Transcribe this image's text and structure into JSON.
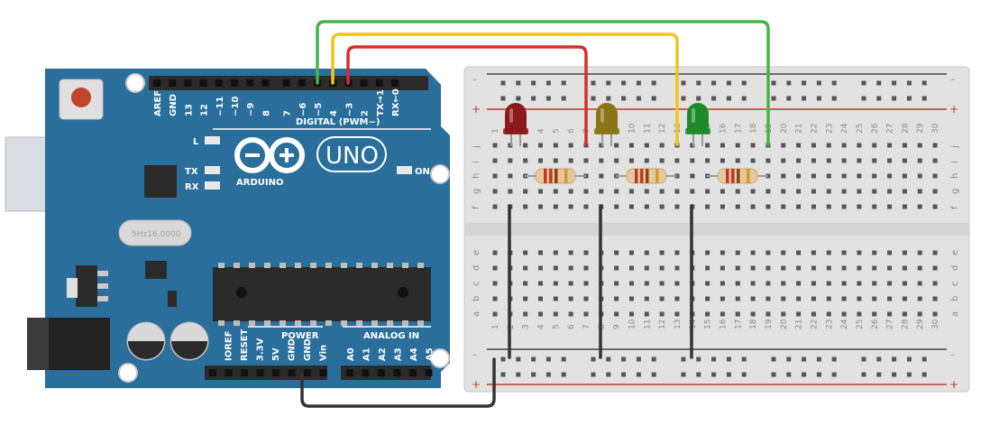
{
  "board": {
    "brand": "ARDUINO",
    "model": "UNO",
    "crystal": "5Hz16.0000",
    "digital_header": "DIGITAL (PWM~)",
    "power_header": "POWER",
    "analog_header": "ANALOG IN",
    "led_labels": {
      "L": "L",
      "TX": "TX",
      "RX": "RX",
      "ON": "ON"
    },
    "digital_pins": [
      "AREF",
      "GND",
      "13",
      "12",
      "~11",
      "~10",
      "~9",
      "8",
      "7",
      "~6",
      "~5",
      "4",
      "~3",
      "2",
      "TX→1",
      "RX←0"
    ],
    "power_pins": [
      "IOREF",
      "RESET",
      "3.3V",
      "5V",
      "GND",
      "GND",
      "Vin"
    ],
    "analog_pins": [
      "A0",
      "A1",
      "A2",
      "A3",
      "A4",
      "A5"
    ]
  },
  "breadboard": {
    "columns": [
      "1",
      "2",
      "3",
      "4",
      "5",
      "6",
      "7",
      "8",
      "9",
      "10",
      "11",
      "12",
      "13",
      "14",
      "15",
      "16",
      "17",
      "18",
      "19",
      "20",
      "21",
      "22",
      "23",
      "24",
      "25",
      "26",
      "27",
      "28",
      "29",
      "30"
    ],
    "rows_top": [
      "j",
      "i",
      "h",
      "g",
      "f"
    ],
    "rows_bottom": [
      "e",
      "d",
      "c",
      "b",
      "a"
    ],
    "rail_minus": "–",
    "rail_plus": "+"
  },
  "leds": [
    {
      "name": "red",
      "color": "#8b1a1a"
    },
    {
      "name": "yellow",
      "color": "#8a7414"
    },
    {
      "name": "green",
      "color": "#1f8a2a"
    }
  ],
  "wire_colors": {
    "red": "#d32f2f",
    "yellow": "#f2c41b",
    "green": "#43b548",
    "black": "#333333"
  }
}
